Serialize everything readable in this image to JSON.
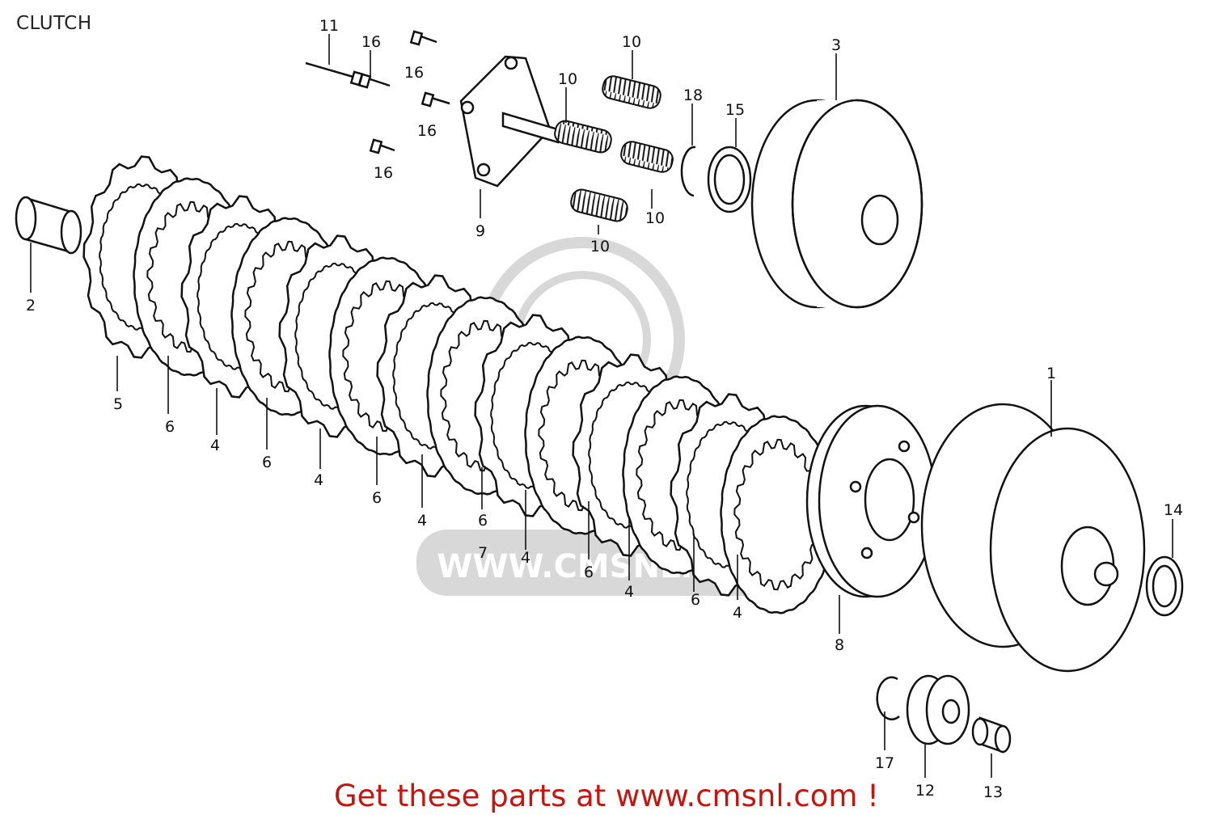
{
  "header": {
    "title": "CLUTCH"
  },
  "watermark": {
    "text": "WWW.CMSNL.COM",
    "color": "#d8d8d8"
  },
  "footer": {
    "text": "Get these parts at www.cmsnl.com !",
    "color": "#c8140e"
  },
  "callouts": [
    {
      "id": "c11",
      "text": "11"
    },
    {
      "id": "c16a",
      "text": "16"
    },
    {
      "id": "c16b",
      "text": "16"
    },
    {
      "id": "c16c",
      "text": "16"
    },
    {
      "id": "c16d",
      "text": "16"
    },
    {
      "id": "c10a",
      "text": "10"
    },
    {
      "id": "c10b",
      "text": "10"
    },
    {
      "id": "c10c",
      "text": "10"
    },
    {
      "id": "c10d",
      "text": "10"
    },
    {
      "id": "c18",
      "text": "18"
    },
    {
      "id": "c15",
      "text": "15"
    },
    {
      "id": "c3",
      "text": "3"
    },
    {
      "id": "c9",
      "text": "9"
    },
    {
      "id": "c2",
      "text": "2"
    },
    {
      "id": "c5",
      "text": "5"
    },
    {
      "id": "c6a",
      "text": "6"
    },
    {
      "id": "c4a",
      "text": "4"
    },
    {
      "id": "c6b",
      "text": "6"
    },
    {
      "id": "c4b",
      "text": "4"
    },
    {
      "id": "c6c",
      "text": "6"
    },
    {
      "id": "c4c",
      "text": "4"
    },
    {
      "id": "c6d",
      "text": "6"
    },
    {
      "id": "c7",
      "text": "7"
    },
    {
      "id": "c4d",
      "text": "4"
    },
    {
      "id": "c6e",
      "text": "6"
    },
    {
      "id": "c4e",
      "text": "4"
    },
    {
      "id": "c6f",
      "text": "6"
    },
    {
      "id": "c4f",
      "text": "4"
    },
    {
      "id": "c8",
      "text": "8"
    },
    {
      "id": "c1",
      "text": "1"
    },
    {
      "id": "c14",
      "text": "14"
    },
    {
      "id": "c17",
      "text": "17"
    },
    {
      "id": "c12",
      "text": "12"
    },
    {
      "id": "c13",
      "text": "13"
    }
  ]
}
